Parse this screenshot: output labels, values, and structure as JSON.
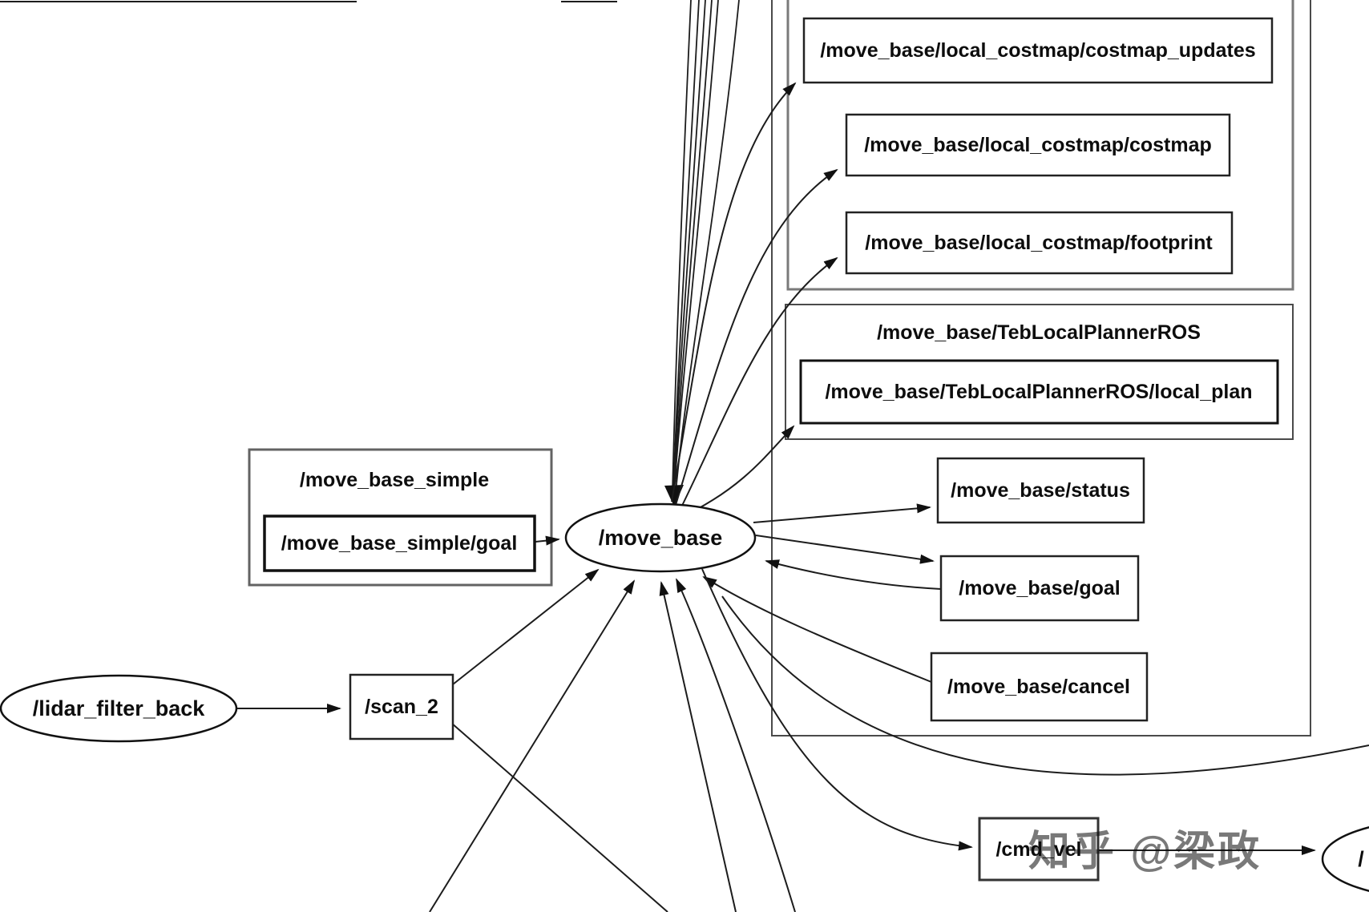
{
  "graph": {
    "nodes": {
      "move_base": "/move_base",
      "lidar_filter_back": "/lidar_filter_back",
      "right_node_partial": "/"
    },
    "topics": {
      "move_base_simple_goal": "/move_base_simple/goal",
      "scan_2": "/scan_2",
      "local_costmap_costmap_updates": "/move_base/local_costmap/costmap_updates",
      "local_costmap_costmap": "/move_base/local_costmap/costmap",
      "local_costmap_footprint": "/move_base/local_costmap/footprint",
      "teb_local_plan": "/move_base/TebLocalPlannerROS/local_plan",
      "move_base_status": "/move_base/status",
      "move_base_goal": "/move_base/goal",
      "move_base_cancel": "/move_base/cancel",
      "cmd_vel": "/cmd_vel"
    },
    "groups": {
      "move_base_simple": "/move_base_simple",
      "teb_local_planner": "/move_base/TebLocalPlannerROS"
    }
  },
  "watermark": "知乎 @梁政",
  "colors": {
    "background": "#ffffff",
    "edge": "#1c1c1c",
    "node_border": "#111111",
    "cluster_border": "#4a4a4a",
    "inner_cluster_border": "#7a7a7a",
    "watermark": "#a8a8a8"
  }
}
